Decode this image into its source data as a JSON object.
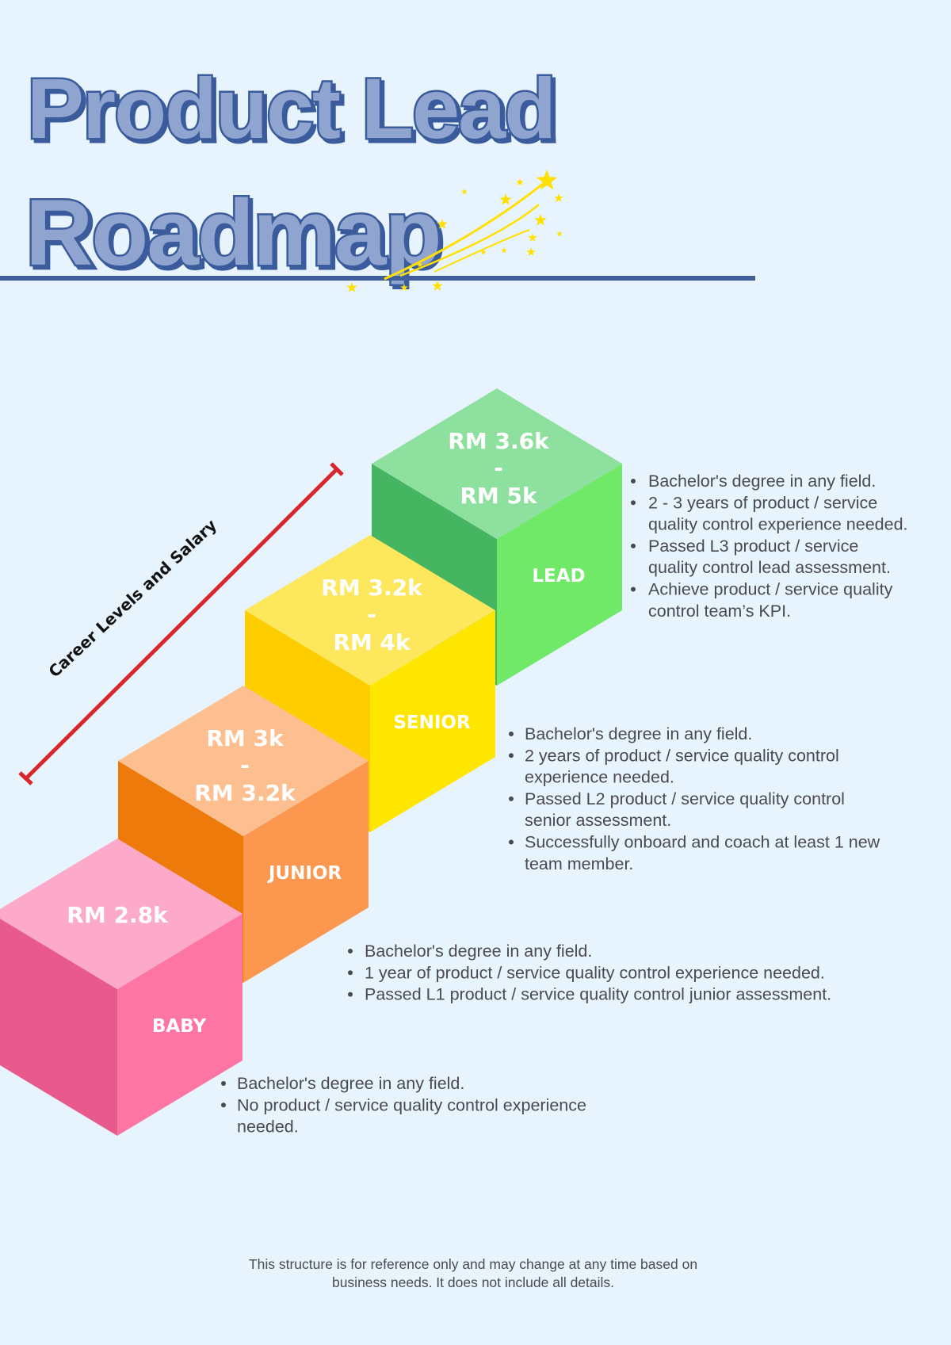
{
  "title": {
    "line1": "Product Lead",
    "line2": "Roadmap"
  },
  "axis_label": "Career Levels and Salary",
  "levels": [
    {
      "name": "BABY",
      "salary_from": "RM 2.8k",
      "salary_sep": "",
      "salary_to": "",
      "colors": {
        "top": "#fda9c9",
        "left": "#e75a8b",
        "right": "#fd76a3"
      },
      "requirements": [
        [
          "Bachelor's degree in any field."
        ],
        [
          "No product / service quality control experience",
          "needed."
        ]
      ]
    },
    {
      "name": "JUNIOR",
      "salary_from": "RM 3k",
      "salary_sep": "-",
      "salary_to": "RM 3.2k",
      "colors": {
        "top": "#fdbf8f",
        "left": "#ee7a0b",
        "right": "#fb974e"
      },
      "requirements": [
        [
          "Bachelor's degree in any field."
        ],
        [
          "1 year of product / service quality control experience needed."
        ],
        [
          "Passed L1 product / service quality control junior assessment."
        ]
      ]
    },
    {
      "name": "SENIOR",
      "salary_from": "RM 3.2k",
      "salary_sep": "-",
      "salary_to": "RM 4k",
      "colors": {
        "top": "#fde75c",
        "left": "#fdcd00",
        "right": "#ffe600"
      },
      "requirements": [
        [
          "Bachelor's degree in any field."
        ],
        [
          "2 years of product / service quality control",
          "experience needed."
        ],
        [
          "Passed L2 product / service quality control",
          "senior assessment."
        ],
        [
          "Successfully onboard and coach at least 1 new",
          "team member."
        ]
      ]
    },
    {
      "name": "LEAD",
      "salary_from": "RM 3.6k",
      "salary_sep": "-",
      "salary_to": "RM 5k",
      "colors": {
        "top": "#8ee09f",
        "left": "#46b562",
        "right": "#70e868"
      },
      "requirements": [
        [
          "Bachelor's degree in any field."
        ],
        [
          "2 - 3 years of product / service",
          "quality control experience needed."
        ],
        [
          "Passed L3 product / service",
          "quality control lead assessment."
        ],
        [
          "Achieve product / service quality",
          "control team’s KPI."
        ]
      ]
    }
  ],
  "footer": {
    "line1": "This structure is for reference only and may change at any time based on",
    "line2": "business needs. It does not include all details."
  },
  "colors": {
    "background": "#e8f4fd",
    "title_fill": "#8fa5d0",
    "title_stroke": "#3b5c9c",
    "rule": "#3f5f9b",
    "axis_line": "#d9262c",
    "stars": "#ffe000"
  }
}
